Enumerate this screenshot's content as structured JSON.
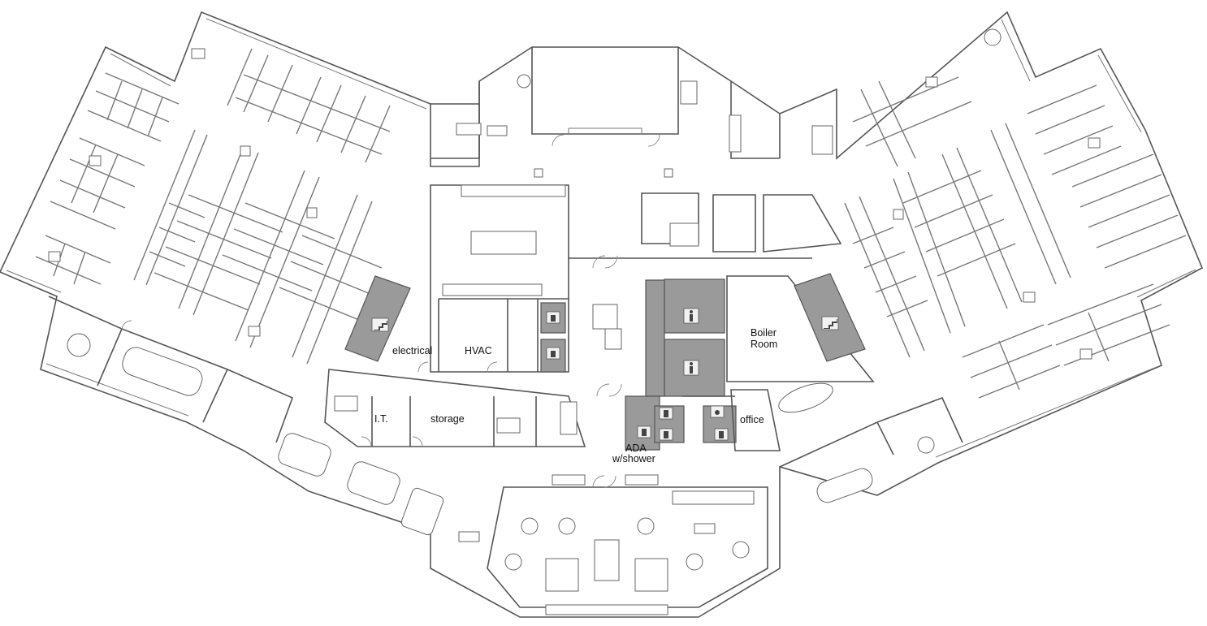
{
  "rooms": {
    "electrical": "electrical",
    "hvac": "HVAC",
    "boiler_line1": "Boiler",
    "boiler_line2": "Room",
    "it": "I.T.",
    "storage": "storage",
    "office": "office",
    "ada_line1": "ADA",
    "ada_line2": "w/shower"
  },
  "colors": {
    "wall": "#555555",
    "shaded_core": "#9a9a9a",
    "background": "#ffffff"
  },
  "icons": [
    "stairs-icon",
    "restroom-icon",
    "accessible-icon",
    "elevator-icon"
  ]
}
